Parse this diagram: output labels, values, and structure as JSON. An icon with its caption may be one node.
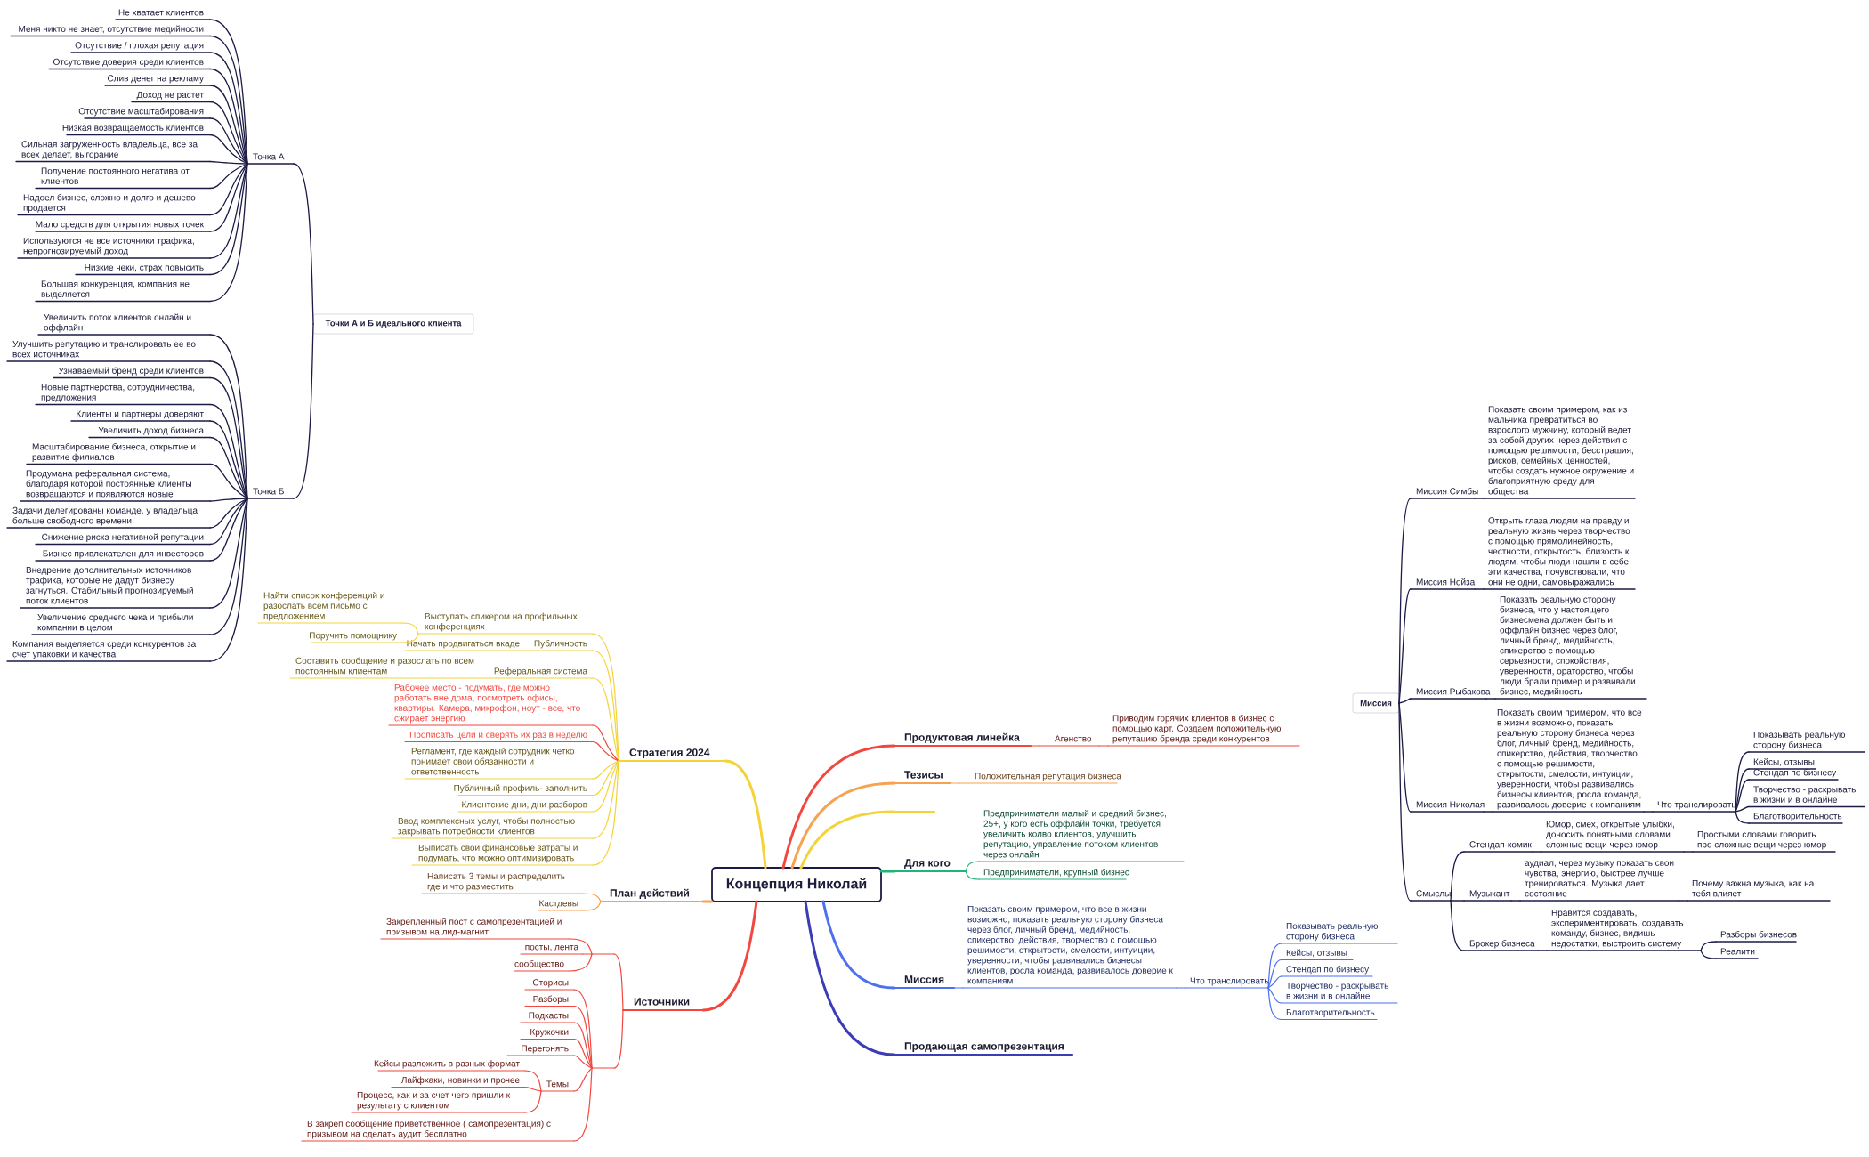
{
  "diagram": {
    "nodes": [
      {
        "text": [
          "Точки А и Б идеального клиента"
        ]
      },
      {
        "text": [
          "Точка А"
        ]
      },
      {
        "text": [
          "Не хватает клиентов"
        ]
      },
      {
        "text": [
          "Меня никто не знает, отсутствие медийности"
        ]
      },
      {
        "text": [
          "Отсутствие / плохая репутация"
        ]
      },
      {
        "text": [
          "Отсутствие доверия среди клиентов"
        ]
      },
      {
        "text": [
          "Слив денег на рекламу"
        ]
      },
      {
        "text": [
          "Доход не растет"
        ]
      },
      {
        "text": [
          "Отсутствие масштабирования"
        ]
      },
      {
        "text": [
          "Низкая возвращаемость клиентов"
        ]
      },
      {
        "text": [
          "Сильная загруженность владельца, все за всех делает, выгорание"
        ]
      },
      {
        "text": [
          "Получение постоянного негатива от клиентов"
        ]
      },
      {
        "text": [
          "Надоел бизнес, сложно и долго и дешево продается"
        ]
      },
      {
        "text": [
          "Мало средств для открытия новых точек"
        ]
      },
      {
        "text": [
          "Используются не все источники трафика, непрогнозируемый доход"
        ]
      },
      {
        "text": [
          "Низкие чеки, страх повысить"
        ]
      },
      {
        "text": [
          "Большая конкуренция, компания не выделяется"
        ]
      },
      {
        "text": [
          "Точка Б"
        ]
      },
      {
        "text": [
          "Увеличить поток клиентов онлайн и оффлайн"
        ]
      },
      {
        "text": [
          "Улучшить репутацию и транслировать ее во всех источниках"
        ]
      },
      {
        "text": [
          "Узнаваемый бренд среди клиентов"
        ]
      },
      {
        "text": [
          "Новые партнерства, сотрудничества, предложения"
        ]
      },
      {
        "text": [
          "Клиенты и партнеры доверяют"
        ]
      },
      {
        "text": [
          "Увеличить доход бизнеса"
        ]
      },
      {
        "text": [
          "Масштабирование бизнеса, открытие и развитие филиалов"
        ]
      },
      {
        "text": [
          "Продумана реферальная система, благодаря которой постоянные клиенты возвращаются и появляются новые"
        ]
      },
      {
        "text": [
          "Задачи делегированы команде, у владельца больше свободного времени"
        ]
      },
      {
        "text": [
          "Снижение риска негативной репутации"
        ]
      },
      {
        "text": [
          "Бизнес привлекателен для инвесторов"
        ]
      },
      {
        "text": [
          "Внедрение дополнительных источников трафика, которые не дадут бизнесу загнуться. Стабильный прогнозируемый поток клиентов"
        ]
      },
      {
        "text": [
          "Увеличение среднего чека и прибыли компании в целом"
        ]
      },
      {
        "text": [
          "Компания выделяется среди конкурентов за счет упаковки и качества"
        ]
      },
      {
        "text": [
          "Концепция Николай"
        ]
      },
      {
        "text": [
          "Стратегия 2024"
        ]
      },
      {
        "text": [
          "Выступать спикером на профильных конференциях"
        ]
      },
      {
        "text": [
          "Найти список конференций и разослать всем письмо с предложением"
        ]
      },
      {
        "text": [
          "Поручить помощнику"
        ]
      },
      {
        "text": [
          "Публичность"
        ]
      },
      {
        "text": [
          "Начать продвигаться вкаде"
        ]
      },
      {
        "text": [
          "Реферальная система"
        ]
      },
      {
        "text": [
          "Составить сообщение и разослать по всем постоянным клиентам"
        ]
      },
      {
        "text": [
          "Рабочее место - подумать, где можно работать вне дома, посмотреть офисы, квартиры. Камера, микрофон, ноут - все, что сжирает энергию"
        ]
      },
      {
        "text": [
          "Прописать цели и сверять их раз в неделю"
        ]
      },
      {
        "text": [
          "Регламент, где каждый сотрудник четко понимает свои обязанности и ответственность"
        ]
      },
      {
        "text": [
          "Публичный профиль- заполнить"
        ]
      },
      {
        "text": [
          "Клиентские дни, дни разборов"
        ]
      },
      {
        "text": [
          "Ввод комплексных услуг, чтобы полностью закрывать потребности клиентов"
        ]
      },
      {
        "text": [
          "Выписать свои финансовые затраты и подумать, что можно оптимизировать"
        ]
      },
      {
        "text": [
          "План действий"
        ]
      },
      {
        "text": [
          "Написать 3 темы и распределить где и что разместить"
        ]
      },
      {
        "text": [
          "Кастдевы"
        ]
      },
      {
        "text": [
          "Источники"
        ]
      },
      {
        "text": [],
        "shape": "line"
      },
      {
        "text": [
          "Закрепленный пост с самопрезентацией и призывом на лид-магнит"
        ]
      },
      {
        "text": [
          "посты, лента"
        ]
      },
      {
        "text": [
          "сообщество"
        ]
      },
      {
        "text": [],
        "shape": "line"
      },
      {
        "text": [
          "Сторисы"
        ]
      },
      {
        "text": [
          "Разборы"
        ]
      },
      {
        "text": [
          "Подкасты"
        ]
      },
      {
        "text": [
          "Кружочки"
        ]
      },
      {
        "text": [
          "Перегонять"
        ]
      },
      {
        "text": [
          "Темы"
        ]
      },
      {
        "text": [
          "Кейсы разложить в разных формат"
        ]
      },
      {
        "text": [
          "Лайфхаки, новинки и прочее"
        ]
      },
      {
        "text": [
          "Процесс, как и за счет чего пришли к результату с клиентом"
        ]
      },
      {
        "text": [
          "В закреп сообщение приветственное ( самопрезентация) с призывом на сделать аудит бесплатно"
        ]
      },
      {
        "text": [
          "Продуктовая линейка"
        ]
      },
      {
        "text": [
          "Агенство"
        ]
      },
      {
        "text": [
          "Приводим горячих клиентов в бизнес с помощью карт. Создаем положительную репутацию бренда среди конкурентов"
        ]
      },
      {
        "text": [
          "Тезисы"
        ]
      },
      {
        "text": [
          "Положительная репутация бизнеса"
        ]
      },
      {
        "text": [],
        "shape": "line"
      },
      {
        "text": [
          "Для кого"
        ]
      },
      {
        "text": [
          "Предприниматели малый и средний бизнес, 25+, у кого есть оффлайн точки, требуется увеличить колво клиентов, улучшить репутацию, управление потоком клиентов через онлайн"
        ]
      },
      {
        "text": [
          "Предприниматели, крупный бизнес"
        ]
      },
      {
        "text": [
          "Миссия"
        ]
      },
      {
        "text": [
          "Показать своим примером, что все в жизни возможно, показать реальную сторону бизнеса через блог, личный бренд, медийность, спикерство, действия, творчество с помощью решимости, открытости, смелости, интуиции, уверенности, чтобы развивались бизнесы клиентов, росла команда, развивалось доверие к компаниям"
        ]
      },
      {
        "text": [
          "Что транслировать"
        ]
      },
      {
        "text": [
          "Показывать реальную сторону бизнеса"
        ]
      },
      {
        "text": [
          "Кейсы, отзывы"
        ]
      },
      {
        "text": [
          "Стендап по бизнесу"
        ]
      },
      {
        "text": [
          "Творчество - раскрывать в жизни и в онлайне"
        ]
      },
      {
        "text": [
          "Благотворительность"
        ]
      },
      {
        "text": [
          "Продающая самопрезентация"
        ]
      },
      {
        "text": [
          "Миссия"
        ]
      },
      {
        "text": [
          "Миссия Симбы"
        ]
      },
      {
        "text": [
          "Показать своим примером, как из мальчика превратиться во взрослого мужчину, который ведет за собой других через действия с помощью решимости, бесстрашия, рисков, семейных ценностей, чтобы создать нужное окружение и благоприятную среду для общества"
        ]
      },
      {
        "text": [
          "Миссия Нойза"
        ]
      },
      {
        "text": [
          "Открыть глаза людям на правду и реальную жизнь через творчество с помощью прямолинейность, честности, открытость, близость к людям, чтобы люди нашли в себе эти качества, почувствовали, что они не одни, самовыражались"
        ]
      },
      {
        "text": [
          "Миссия Рыбакова"
        ]
      },
      {
        "text": [
          "Показать реальную сторону бизнеса, что у настоящего бизнесмена должен быть и оффлайн бизнес через блог, личный бренд, медийность, спикерство с помощью серьезности, спокойствия, уверенности, ораторство, чтобы люди брали пример и развивали бизнес, медийность"
        ]
      },
      {
        "text": [
          "Миссия Николая"
        ]
      },
      {
        "text": [
          "Показать своим примером, что все в жизни возможно, показать реальную сторону бизнеса через блог, личный бренд, медийность, спикерство, действия, творчество с помощью решимости, открытости, смелости, интуиции, уверенности, чтобы развивались бизнесы клиентов, росла команда, развивалось доверие к компаниям"
        ]
      },
      {
        "text": [
          "Что транслировать"
        ]
      },
      {
        "text": [
          "Показывать реальную сторону бизнеса"
        ]
      },
      {
        "text": [
          "Кейсы, отзывы"
        ]
      },
      {
        "text": [
          "Стендап по бизнесу"
        ]
      },
      {
        "text": [
          "Творчество - раскрывать в жизни и в онлайне"
        ]
      },
      {
        "text": [
          "Благотворительность"
        ]
      },
      {
        "text": [
          "Смыслы"
        ]
      },
      {
        "text": [
          "Стендап-комик"
        ]
      },
      {
        "text": [
          "Юмор, смех, открытые улыбки, доносить понятными словами сложные вещи через юмор"
        ]
      },
      {
        "text": [
          "Простыми словами говорить про сложные вещи через юмор"
        ]
      },
      {
        "text": [
          "Музыкант"
        ]
      },
      {
        "text": [
          "аудиал, через музыку показать свои чувства, энергию, быстрее лучше тренироваться. Музыка дает состояние"
        ]
      },
      {
        "text": [
          "Почему важна музыка, как на тебя влияет"
        ]
      },
      {
        "text": [
          "Брокер бизнеса"
        ]
      },
      {
        "text": [
          "Нравится создавать, экспериментировать, создавать команду, бизнес, видишь недостатки, выстроить систему"
        ]
      },
      {
        "text": [
          "Разборы бизнесов"
        ]
      },
      {
        "text": [
          "Реалити"
        ]
      }
    ],
    "edges": [
      {
        "from": 0,
        "to": 1,
        "arrow": "none"
      },
      {
        "from": 1,
        "to": 2,
        "arrow": "none"
      },
      {
        "from": 1,
        "to": 3,
        "arrow": "none"
      },
      {
        "from": 1,
        "to": 4,
        "arrow": "none"
      },
      {
        "from": 1,
        "to": 5,
        "arrow": "none"
      },
      {
        "from": 1,
        "to": 6,
        "arrow": "none"
      },
      {
        "from": 1,
        "to": 7,
        "arrow": "none"
      },
      {
        "from": 1,
        "to": 8,
        "arrow": "none"
      },
      {
        "from": 1,
        "to": 9,
        "arrow": "none"
      },
      {
        "from": 1,
        "to": 10,
        "arrow": "none"
      },
      {
        "from": 1,
        "to": 11,
        "arrow": "none"
      },
      {
        "from": 1,
        "to": 12,
        "arrow": "none"
      },
      {
        "from": 1,
        "to": 13,
        "arrow": "none"
      },
      {
        "from": 1,
        "to": 14,
        "arrow": "none"
      },
      {
        "from": 1,
        "to": 15,
        "arrow": "none"
      },
      {
        "from": 1,
        "to": 16,
        "arrow": "none"
      },
      {
        "from": 0,
        "to": 17,
        "arrow": "none"
      },
      {
        "from": 17,
        "to": 18,
        "arrow": "none"
      },
      {
        "from": 17,
        "to": 19,
        "arrow": "none"
      },
      {
        "from": 17,
        "to": 20,
        "arrow": "none"
      },
      {
        "from": 17,
        "to": 21,
        "arrow": "none"
      },
      {
        "from": 17,
        "to": 22,
        "arrow": "none"
      },
      {
        "from": 17,
        "to": 23,
        "arrow": "none"
      },
      {
        "from": 17,
        "to": 24,
        "arrow": "none"
      },
      {
        "from": 17,
        "to": 25,
        "arrow": "none"
      },
      {
        "from": 17,
        "to": 26,
        "arrow": "none"
      },
      {
        "from": 17,
        "to": 27,
        "arrow": "none"
      },
      {
        "from": 17,
        "to": 28,
        "arrow": "none"
      },
      {
        "from": 17,
        "to": 29,
        "arrow": "none"
      },
      {
        "from": 17,
        "to": 30,
        "arrow": "none"
      },
      {
        "from": 17,
        "to": 31,
        "arrow": "none"
      },
      {
        "from": 32,
        "to": 33,
        "arrow": "none",
        "color": "#f4d33a"
      },
      {
        "from": 33,
        "to": 34,
        "arrow": "none",
        "color": "#f4d33a"
      },
      {
        "from": 34,
        "to": 35,
        "arrow": "none",
        "color": "#f4d33a"
      },
      {
        "from": 34,
        "to": 36,
        "arrow": "none",
        "color": "#f4d33a"
      },
      {
        "from": 33,
        "to": 37,
        "arrow": "none",
        "color": "#f4d33a"
      },
      {
        "from": 37,
        "to": 38,
        "arrow": "none",
        "color": "#f4d33a"
      },
      {
        "from": 33,
        "to": 39,
        "arrow": "none",
        "color": "#f4d33a"
      },
      {
        "from": 39,
        "to": 40,
        "arrow": "none",
        "color": "#f4d33a"
      },
      {
        "from": 33,
        "to": 41,
        "arrow": "none",
        "color": "#f2473f"
      },
      {
        "from": 33,
        "to": 42,
        "arrow": "none",
        "color": "#f2473f"
      },
      {
        "from": 33,
        "to": 43,
        "arrow": "none",
        "color": "#f4d33a"
      },
      {
        "from": 33,
        "to": 44,
        "arrow": "none",
        "color": "#f4d33a"
      },
      {
        "from": 33,
        "to": 45,
        "arrow": "none",
        "color": "#f4d33a"
      },
      {
        "from": 33,
        "to": 46,
        "arrow": "none",
        "color": "#f4d33a"
      },
      {
        "from": 33,
        "to": 47,
        "arrow": "none",
        "color": "#f4d33a"
      },
      {
        "from": 32,
        "to": 48,
        "arrow": "none",
        "color": "#f7a24f"
      },
      {
        "from": 48,
        "to": 49,
        "arrow": "none",
        "color": "#f7a24f"
      },
      {
        "from": 48,
        "to": 50,
        "arrow": "none",
        "color": "#f7a24f"
      },
      {
        "from": 32,
        "to": 51,
        "arrow": "none",
        "color": "#f2473f"
      },
      {
        "from": 51,
        "to": 52,
        "arrow": "none",
        "color": "#f2473f"
      },
      {
        "from": 52,
        "to": 53,
        "arrow": "none",
        "color": "#f2473f"
      },
      {
        "from": 52,
        "to": 54,
        "arrow": "none",
        "color": "#f2473f"
      },
      {
        "from": 52,
        "to": 55,
        "arrow": "none",
        "color": "#f2473f"
      },
      {
        "from": 51,
        "to": 56,
        "arrow": "none",
        "color": "#f2473f"
      },
      {
        "from": 56,
        "to": 57,
        "arrow": "none",
        "color": "#f2473f"
      },
      {
        "from": 56,
        "to": 58,
        "arrow": "none",
        "color": "#f2473f"
      },
      {
        "from": 56,
        "to": 59,
        "arrow": "none",
        "color": "#f2473f"
      },
      {
        "from": 56,
        "to": 60,
        "arrow": "none",
        "color": "#f2473f"
      },
      {
        "from": 56,
        "to": 61,
        "arrow": "none",
        "color": "#f2473f"
      },
      {
        "from": 56,
        "to": 62,
        "arrow": "none",
        "color": "#f2473f"
      },
      {
        "from": 62,
        "to": 63,
        "arrow": "none",
        "color": "#f2473f"
      },
      {
        "from": 62,
        "to": 64,
        "arrow": "none",
        "color": "#f2473f"
      },
      {
        "from": 62,
        "to": 65,
        "arrow": "none",
        "color": "#f2473f"
      },
      {
        "from": 56,
        "to": 66,
        "arrow": "none",
        "color": "#f2473f"
      },
      {
        "from": 32,
        "to": 67,
        "arrow": "none",
        "color": "#f2473f"
      },
      {
        "from": 67,
        "to": 68,
        "arrow": "none",
        "color": "#f2473f"
      },
      {
        "from": 68,
        "to": 69,
        "arrow": "none",
        "color": "#f2473f"
      },
      {
        "from": 32,
        "to": 70,
        "arrow": "none",
        "color": "#f7a24f"
      },
      {
        "from": 70,
        "to": 71,
        "arrow": "none",
        "color": "#f7a24f"
      },
      {
        "from": 32,
        "to": 72,
        "arrow": "none",
        "color": "#f4d33a"
      },
      {
        "from": 32,
        "to": 73,
        "arrow": "none",
        "color": "#22b37b"
      },
      {
        "from": 73,
        "to": 74,
        "arrow": "none",
        "color": "#22b37b"
      },
      {
        "from": 73,
        "to": 75,
        "arrow": "none",
        "color": "#22b37b"
      },
      {
        "from": 32,
        "to": 76,
        "arrow": "none",
        "color": "#4d6ff2"
      },
      {
        "from": 76,
        "to": 77,
        "arrow": "none",
        "color": "#4d6ff2"
      },
      {
        "from": 77,
        "to": 78,
        "arrow": "none",
        "color": "#4d6ff2"
      },
      {
        "from": 78,
        "to": 79,
        "arrow": "none",
        "color": "#4d6ff2"
      },
      {
        "from": 78,
        "to": 80,
        "arrow": "none",
        "color": "#4d6ff2"
      },
      {
        "from": 78,
        "to": 81,
        "arrow": "none",
        "color": "#4d6ff2"
      },
      {
        "from": 78,
        "to": 82,
        "arrow": "none",
        "color": "#4d6ff2"
      },
      {
        "from": 78,
        "to": 83,
        "arrow": "none",
        "color": "#4d6ff2"
      },
      {
        "from": 32,
        "to": 84,
        "arrow": "none",
        "color": "#3b3db5"
      },
      {
        "from": 85,
        "to": 86,
        "arrow": "none"
      },
      {
        "from": 86,
        "to": 87,
        "arrow": "none"
      },
      {
        "from": 85,
        "to": 88,
        "arrow": "none"
      },
      {
        "from": 88,
        "to": 89,
        "arrow": "none"
      },
      {
        "from": 85,
        "to": 90,
        "arrow": "none"
      },
      {
        "from": 90,
        "to": 91,
        "arrow": "none"
      },
      {
        "from": 85,
        "to": 92,
        "arrow": "none"
      },
      {
        "from": 92,
        "to": 93,
        "arrow": "none"
      },
      {
        "from": 93,
        "to": 94,
        "arrow": "none"
      },
      {
        "from": 94,
        "to": 95,
        "arrow": "none"
      },
      {
        "from": 94,
        "to": 96,
        "arrow": "none"
      },
      {
        "from": 94,
        "to": 97,
        "arrow": "none"
      },
      {
        "from": 94,
        "to": 98,
        "arrow": "none"
      },
      {
        "from": 94,
        "to": 99,
        "arrow": "none"
      },
      {
        "from": 85,
        "to": 100,
        "arrow": "none"
      },
      {
        "from": 100,
        "to": 101,
        "arrow": "none"
      },
      {
        "from": 101,
        "to": 102,
        "arrow": "none"
      },
      {
        "from": 102,
        "to": 103,
        "arrow": "none"
      },
      {
        "from": 100,
        "to": 104,
        "arrow": "none"
      },
      {
        "from": 104,
        "to": 105,
        "arrow": "none"
      },
      {
        "from": 105,
        "to": 106,
        "arrow": "none"
      },
      {
        "from": 100,
        "to": 107,
        "arrow": "none"
      },
      {
        "from": 107,
        "to": 108,
        "arrow": "none"
      },
      {
        "from": 108,
        "to": 109,
        "arrow": "none"
      },
      {
        "from": 108,
        "to": 110,
        "arrow": "none"
      }
    ]
  }
}
